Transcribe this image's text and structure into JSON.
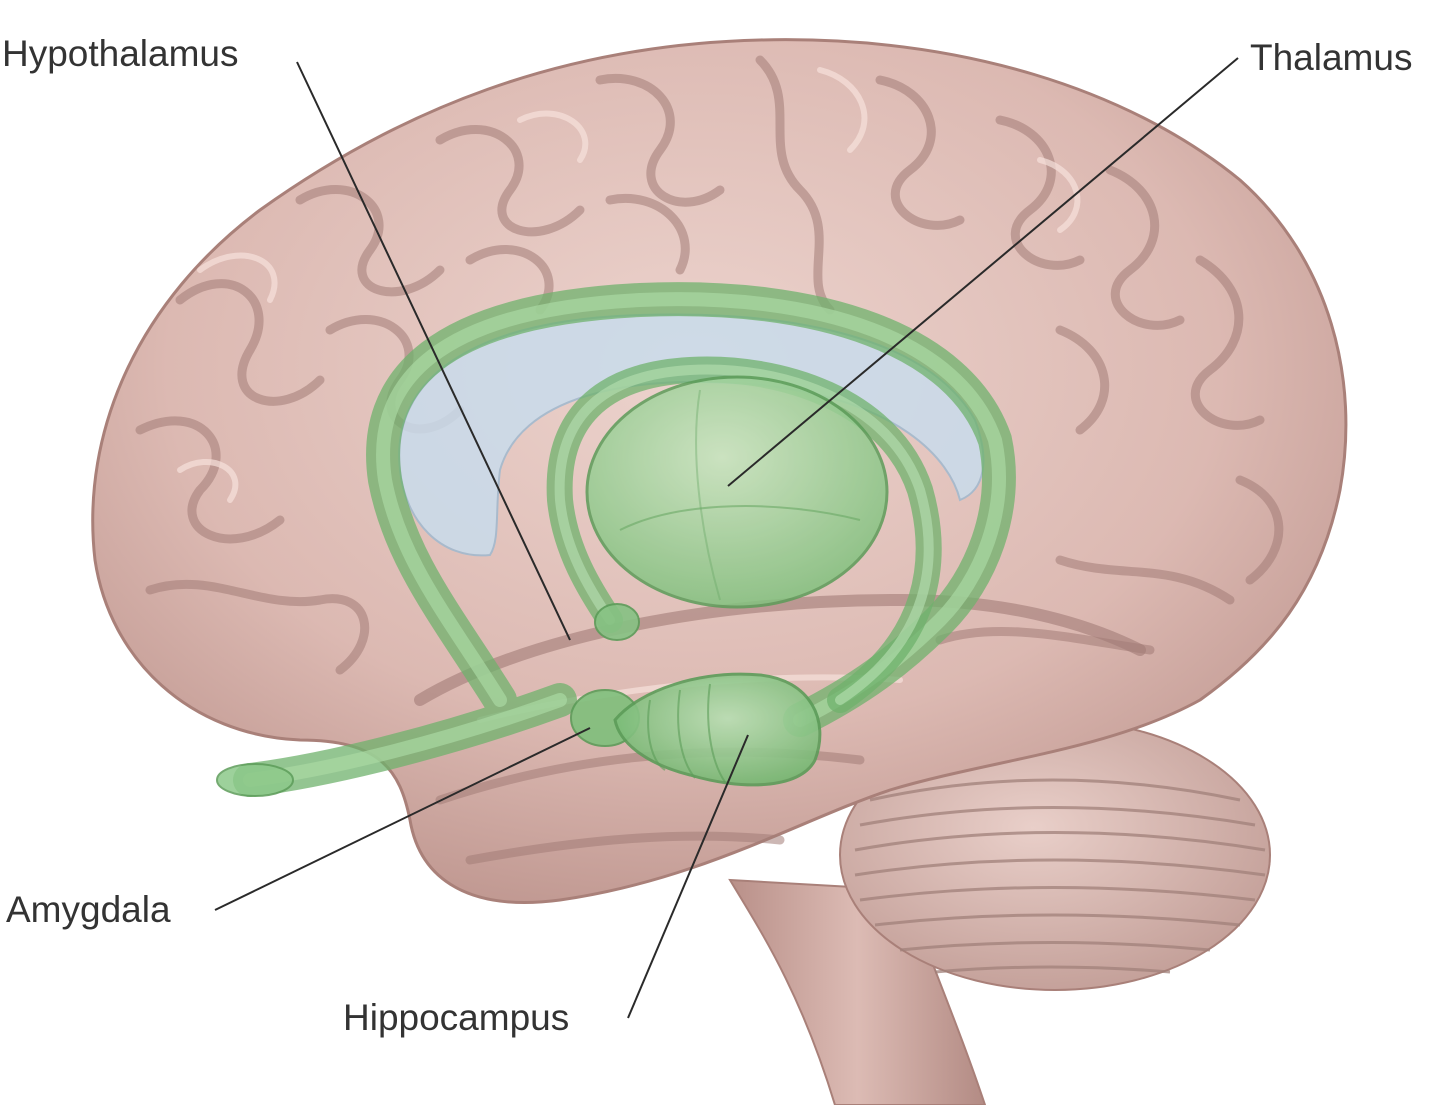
{
  "labels": {
    "hypothalamus": "Hypothalamus",
    "thalamus": "Thalamus",
    "amygdala": "Amygdala",
    "hippocampus": "Hippocampus"
  },
  "colors": {
    "brain_base": "#dcb9b2",
    "brain_shadow": "#b58f88",
    "brain_highlight": "#f3ddd8",
    "limbic_green": "#8fc98c",
    "limbic_green_dark": "#5fa35d",
    "ventricle_blue": "#c7d9ea",
    "label_text": "#333333",
    "leader_line": "#2a2a2a"
  }
}
